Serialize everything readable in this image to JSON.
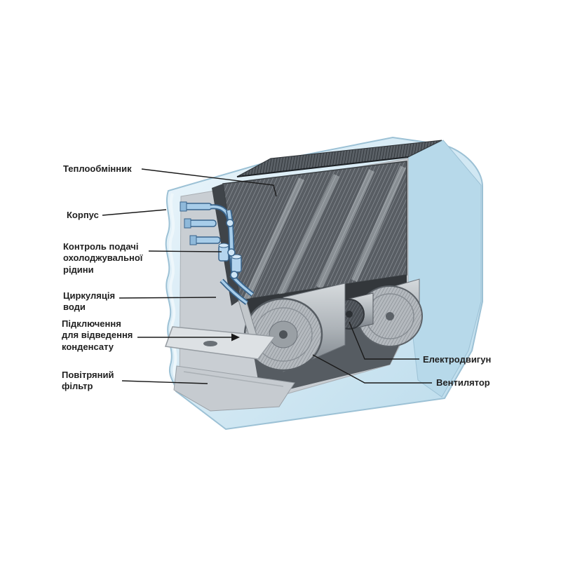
{
  "diagram": {
    "labels": {
      "heat_exchanger": "Теплообмінник",
      "housing": "Корпус",
      "coolant_control": "Контроль подачі охолоджувальної рідини",
      "water_circulation": "Циркуляція води",
      "condensate_connection": "Підключення для відведення конденсату",
      "air_filter": "Повітряний фільтр",
      "electric_motor": "Електродвигун",
      "fan": "Вентилятор"
    },
    "colors": {
      "background": "#ffffff",
      "casing_blue": "#d4eaf4",
      "casing_blue_dark": "#b7d9ea",
      "metal_dark": "#585d63",
      "metal_light": "#b4b9be",
      "pipe_blue": "#a8cde9",
      "label_text": "#1f1f1f",
      "leader_line": "#1a1a1a"
    }
  }
}
